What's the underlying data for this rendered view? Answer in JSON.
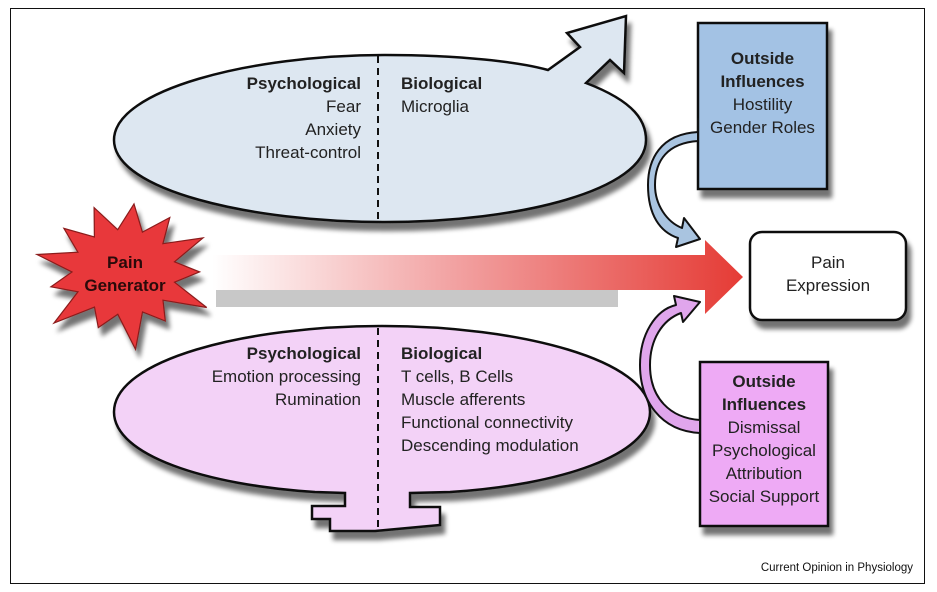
{
  "colors": {
    "top_ellipse_fill": "#dde7f1",
    "bottom_ellipse_fill": "#f3d2f7",
    "top_box_fill": "#a3c2e4",
    "bottom_box_fill": "#eeaaf5",
    "pain_generator_fill": "#e8393a",
    "main_arrow_color": "#e53b35",
    "top_curve_arrow_fill": "#a9c4e0",
    "bottom_curve_arrow_fill": "#e0a6ec",
    "outline": "#111111"
  },
  "pain_generator": {
    "line1": "Pain",
    "line2": "Generator"
  },
  "pain_expression": {
    "line1": "Pain",
    "line2": "Expression"
  },
  "top_ellipse": {
    "psychological": {
      "heading": "Psychological",
      "items": [
        "Fear",
        "Anxiety",
        "Threat-control"
      ]
    },
    "biological": {
      "heading": "Biological",
      "items": [
        "Microglia"
      ]
    }
  },
  "bottom_ellipse": {
    "psychological": {
      "heading": "Psychological",
      "items": [
        "Emotion processing",
        "Rumination"
      ]
    },
    "biological": {
      "heading": "Biological",
      "items": [
        "T cells, B Cells",
        "Muscle afferents",
        "Functional connectivity",
        "Descending modulation"
      ]
    }
  },
  "top_outside_influences": {
    "heading_line1": "Outside",
    "heading_line2": "Influences",
    "items": [
      "Hostility",
      "Gender Roles"
    ]
  },
  "bottom_outside_influences": {
    "heading_line1": "Outside",
    "heading_line2": "Influences",
    "items": [
      "Dismissal",
      "Psychological",
      "Attribution",
      "Social Support"
    ]
  },
  "credit": "Current Opinion in Physiology"
}
